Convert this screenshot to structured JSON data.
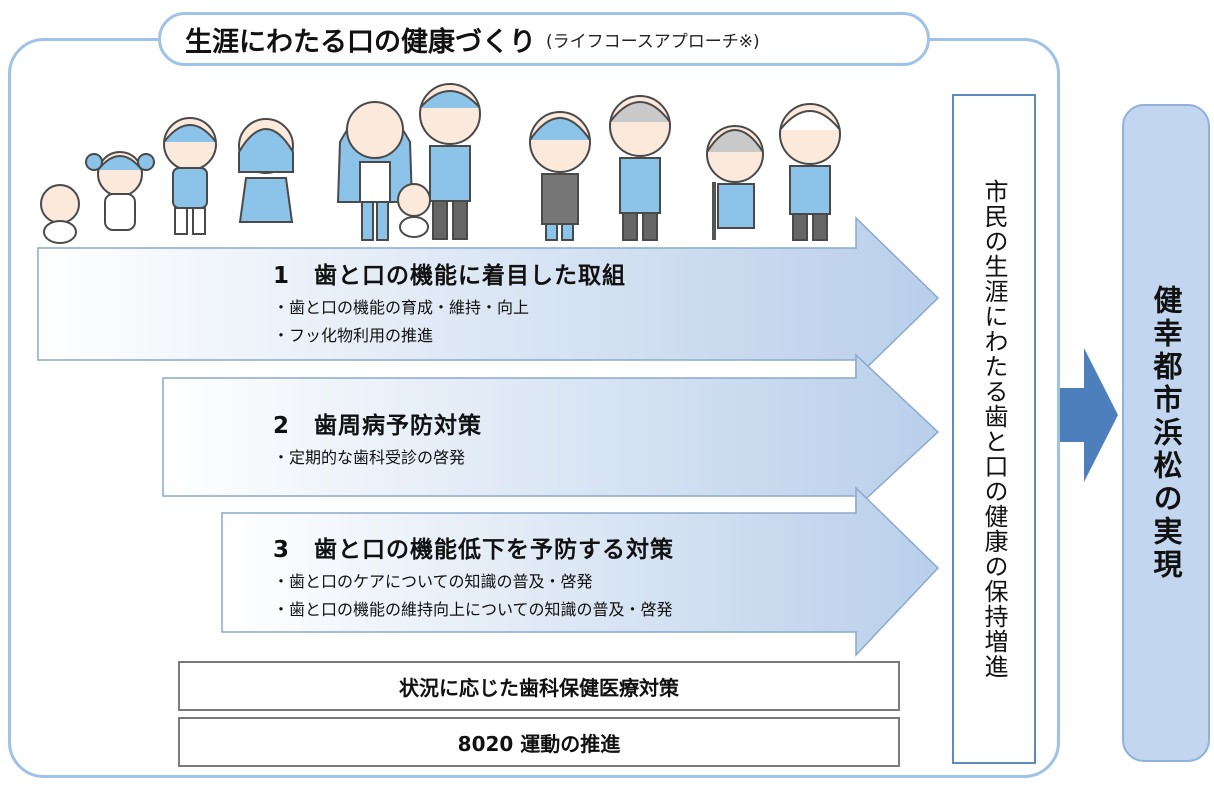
{
  "header": {
    "title": "生涯にわたる口の健康づくり",
    "subtitle": "(ライフコースアプローチ※)"
  },
  "sections": [
    {
      "heading": "1　歯と口の機能に着目した取組",
      "items": [
        "・歯と口の機能の育成・維持・向上",
        "・フッ化物利用の推進"
      ]
    },
    {
      "heading": "2　歯周病予防対策",
      "items": [
        "・定期的な歯科受診の啓発"
      ]
    },
    {
      "heading": "3　歯と口の機能低下を予防する対策",
      "items": [
        "・歯と口のケアについての知識の普及・啓発",
        "・歯と口の機能の維持向上についての知識の普及・啓発"
      ]
    }
  ],
  "boxes": {
    "situational": "状況に応じた歯科保健医療対策",
    "campaign": "8020 運動の推進"
  },
  "vertical_box": "市民の生涯にわたる歯と口の健康の保持増進",
  "goal": "健幸都市浜松の実現",
  "colors": {
    "frame": "#9fc3e6",
    "arrow_light": "#ffffff",
    "arrow_dark": "#b9cfea",
    "goal_fill": "#c2d6ef",
    "goal_arrow": "#4e7fbd"
  }
}
